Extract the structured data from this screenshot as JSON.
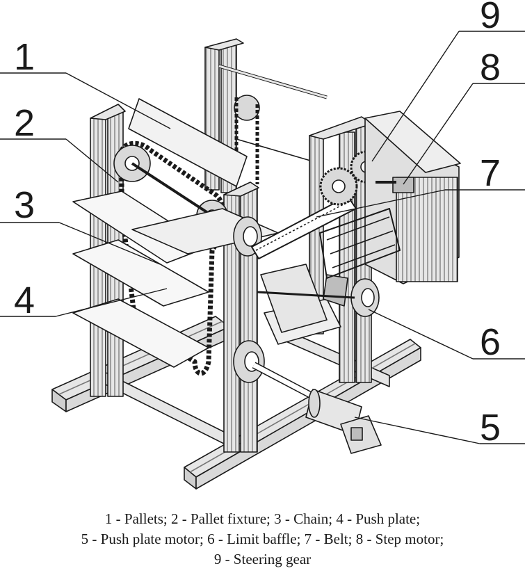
{
  "callouts": {
    "c1": "1",
    "c2": "2",
    "c3": "3",
    "c4": "4",
    "c5": "5",
    "c6": "6",
    "c7": "7",
    "c8": "8",
    "c9": "9"
  },
  "caption": {
    "line1": "1 - Pallets; 2 - Pallet fixture; 3 - Chain; 4 - Push plate;",
    "line2": "5 - Push plate motor; 6 - Limit baffle; 7 - Belt; 8 - Step motor;",
    "line3": "9 - Steering gear"
  },
  "colors": {
    "ink": "#1a1a1a",
    "frame_fill": "#e6e6e6",
    "shade": "#bdbdbd",
    "background": "#ffffff"
  }
}
